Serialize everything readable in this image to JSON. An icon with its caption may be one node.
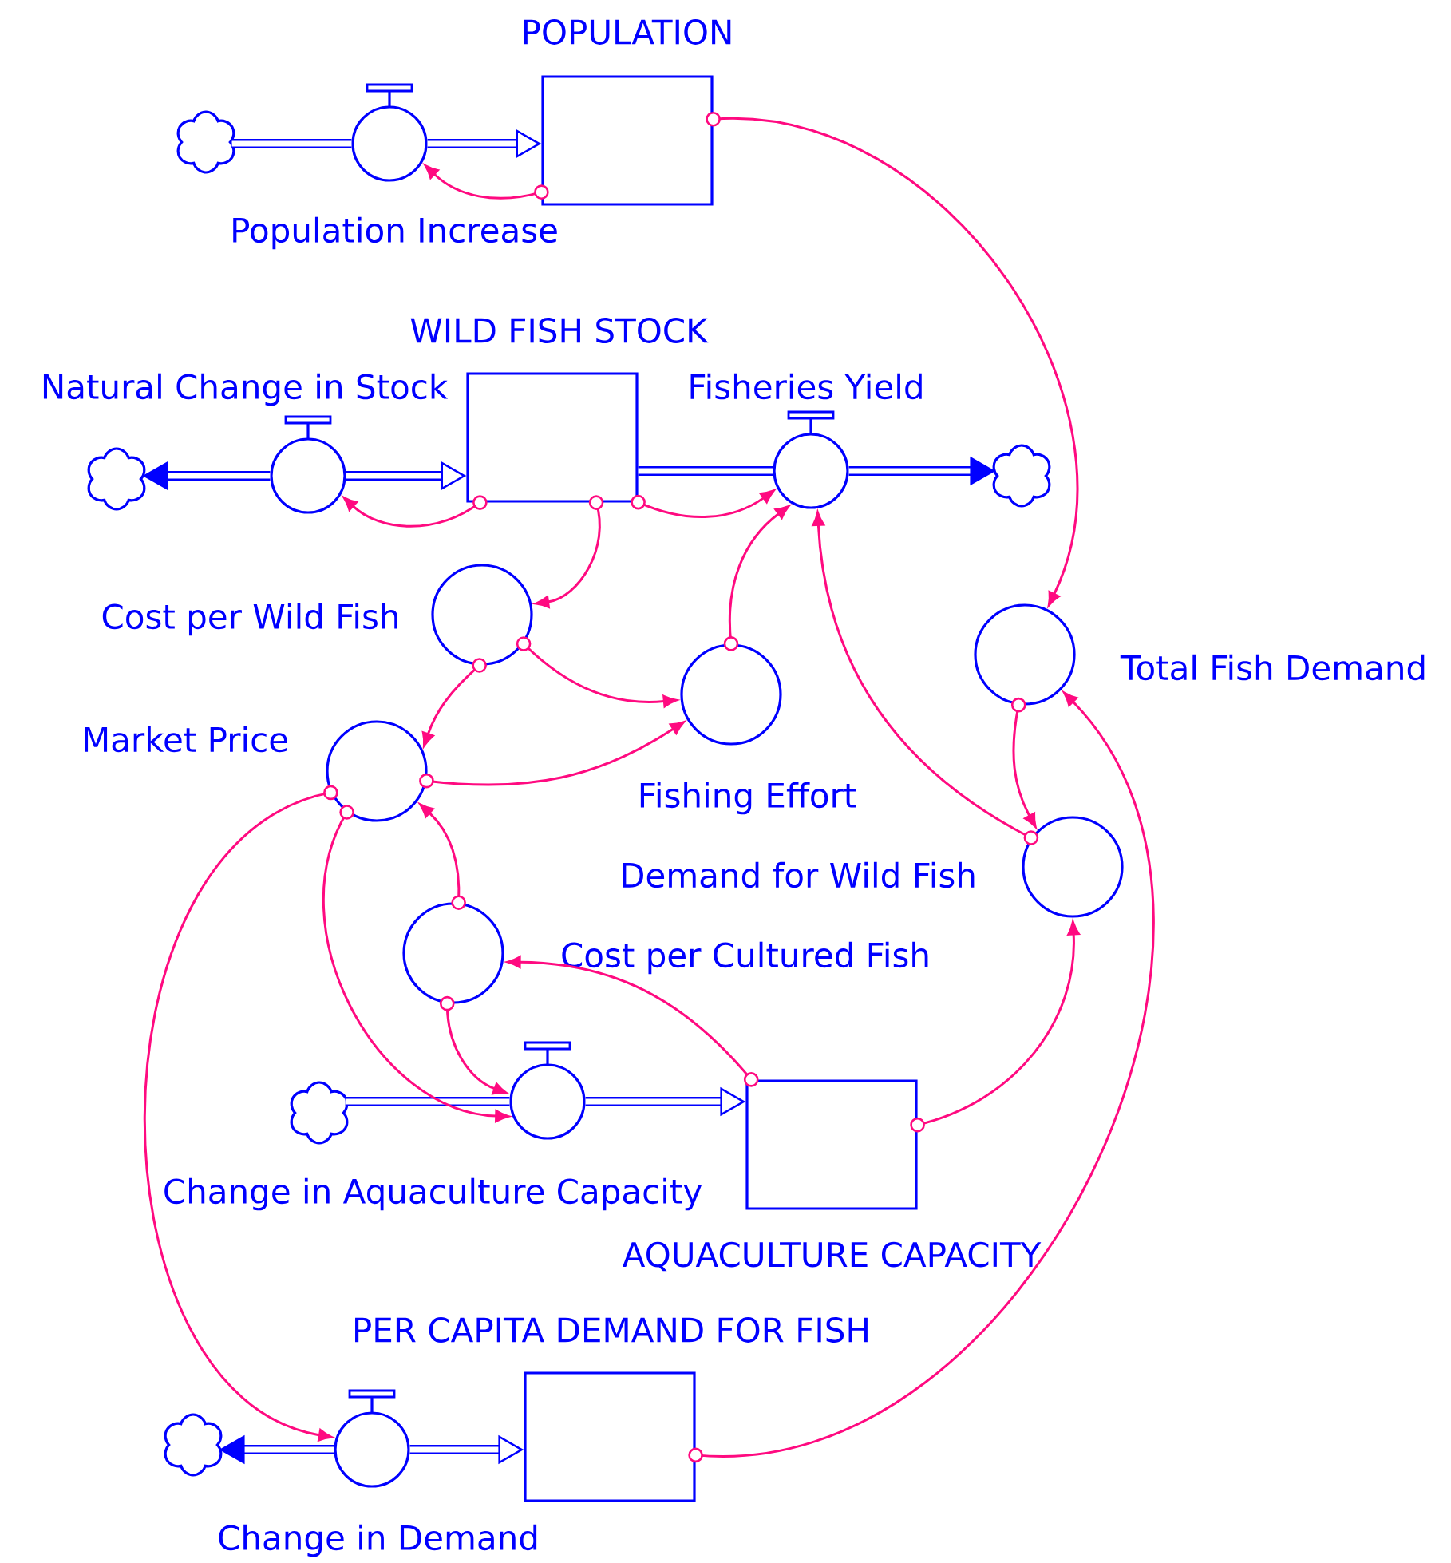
{
  "diagram": {
    "nodes": [
      {
        "text": [
          "POPULATION"
        ]
      },
      {
        "text": [],
        "shape": "cloud"
      },
      {
        "text": [
          "Population Increase"
        ]
      },
      {
        "text": [
          "WILD FISH STOCK"
        ]
      },
      {
        "text": [],
        "shape": "cloud"
      },
      {
        "text": [
          "Natural Change in Stock"
        ]
      },
      {
        "text": [
          "Fisheries Yield"
        ]
      },
      {
        "text": [],
        "shape": "cloud"
      },
      {
        "text": [
          "Cost per Wild Fish"
        ]
      },
      {
        "text": [
          "Fishing Effort"
        ]
      },
      {
        "text": [
          "Total Fish Demand"
        ]
      },
      {
        "text": [
          "Market Price"
        ]
      },
      {
        "text": [
          "Demand for Wild Fish"
        ]
      },
      {
        "text": [
          "Cost per Cultured Fish"
        ]
      },
      {
        "text": [],
        "shape": "cloud"
      },
      {
        "text": [
          "Change in Aquaculture Capacity"
        ]
      },
      {
        "text": [
          "AQUACULTURE CAPACITY"
        ]
      },
      {
        "text": [
          "PER CAPITA DEMAND FOR FISH"
        ]
      },
      {
        "text": [],
        "shape": "cloud"
      },
      {
        "text": [
          "Change in Demand"
        ]
      }
    ],
    "edges": [
      {
        "from": 1,
        "to": 2,
        "arrow": "none",
        "style": "thick",
        "color": "#0000ff"
      },
      {
        "from": 2,
        "to": 0,
        "arrow": "to",
        "style": "thick",
        "color": "#0000ff"
      },
      {
        "from": 5,
        "to": 4,
        "arrow": "to",
        "style": "thick",
        "color": "#0000ff"
      },
      {
        "from": 5,
        "to": 3,
        "arrow": "to",
        "style": "thick",
        "color": "#0000ff"
      },
      {
        "from": 3,
        "to": 6,
        "arrow": "none",
        "style": "thick",
        "color": "#0000ff"
      },
      {
        "from": 6,
        "to": 7,
        "arrow": "to",
        "style": "thick",
        "color": "#0000ff"
      },
      {
        "from": 14,
        "to": 15,
        "arrow": "none",
        "style": "thick",
        "color": "#0000ff"
      },
      {
        "from": 15,
        "to": 16,
        "arrow": "to",
        "style": "thick",
        "color": "#0000ff"
      },
      {
        "from": 19,
        "to": 18,
        "arrow": "to",
        "style": "thick",
        "color": "#0000ff"
      },
      {
        "from": 19,
        "to": 17,
        "arrow": "to",
        "style": "thick",
        "color": "#0000ff"
      },
      {
        "from": 0,
        "to": 2,
        "arrow": "to"
      },
      {
        "from": 0,
        "to": 10,
        "arrow": "to"
      },
      {
        "from": 3,
        "to": 5,
        "arrow": "to"
      },
      {
        "from": 3,
        "to": 8,
        "arrow": "to"
      },
      {
        "from": 3,
        "to": 6,
        "arrow": "to"
      },
      {
        "from": 8,
        "to": 11,
        "arrow": "to"
      },
      {
        "from": 8,
        "to": 9,
        "arrow": "to"
      },
      {
        "from": 11,
        "to": 9,
        "arrow": "to"
      },
      {
        "from": 9,
        "to": 6,
        "arrow": "to"
      },
      {
        "from": 10,
        "to": 12,
        "arrow": "to"
      },
      {
        "from": 12,
        "to": 6,
        "arrow": "to"
      },
      {
        "from": 13,
        "to": 11,
        "arrow": "to"
      },
      {
        "from": 13,
        "to": 15,
        "arrow": "to"
      },
      {
        "from": 11,
        "to": 15,
        "arrow": "to"
      },
      {
        "from": 11,
        "to": 19,
        "arrow": "to"
      },
      {
        "from": 16,
        "to": 13,
        "arrow": "to"
      },
      {
        "from": 16,
        "to": 12,
        "arrow": "to"
      },
      {
        "from": 17,
        "to": 10,
        "arrow": "to"
      }
    ]
  }
}
